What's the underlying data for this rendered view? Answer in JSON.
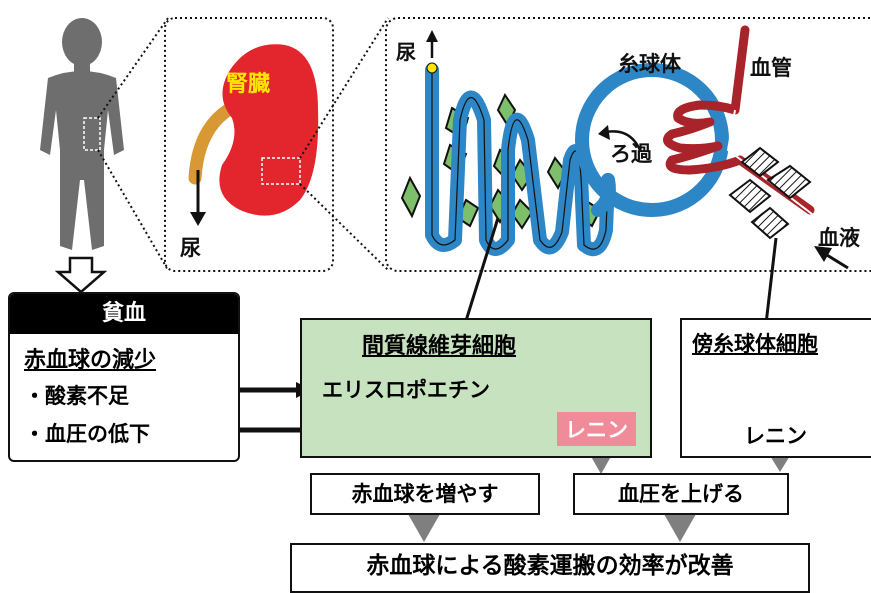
{
  "labels": {
    "kidney": "腎臓",
    "urine_small": "尿",
    "urine_nephron": "尿",
    "glomerulus": "糸球体",
    "blood_vessel": "血管",
    "filtration": "ろ過",
    "blood": "血液"
  },
  "anemia": {
    "title": "貧血",
    "subtitle": "赤血球の減少",
    "items": [
      "・酸素不足",
      "・血圧の低下"
    ]
  },
  "fibroblast": {
    "title": "間質線維芽細胞",
    "epo": "エリスロポエチン",
    "renin": "レニン"
  },
  "juxtaglomerular": {
    "title": "傍糸球体細胞",
    "renin": "レニン"
  },
  "results": {
    "rbc": "赤血球を増やす",
    "bp": "血圧を上げる",
    "final": "赤血球による酸素運搬の効率が改善"
  },
  "colors": {
    "kidney_red": "#e3262d",
    "kidney_label": "#ffe600",
    "tubule_blue": "#2d86c6",
    "vessel_red": "#a8232a",
    "fibroblast_green": "#c6e2bf",
    "cell_green": "#7dbf6a",
    "renin_pink": "#f08b9a",
    "arrow_gray": "#7f7f7f"
  }
}
